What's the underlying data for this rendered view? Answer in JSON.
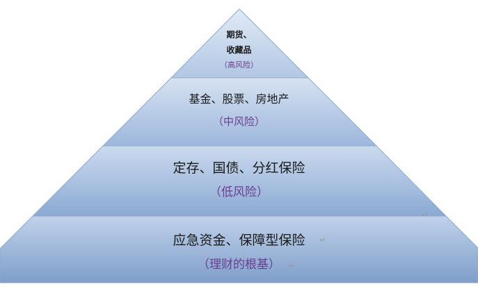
{
  "pyramid": {
    "layers": [
      {
        "title_line1": "期货、",
        "title_line2": "收藏品",
        "risk": "（高风险）"
      },
      {
        "title": "基金、股票、房地产",
        "risk": "（中风险）"
      },
      {
        "title": "定存、国债、分红保险",
        "risk": "（低风险）"
      },
      {
        "title": "应急资金、保障型保险",
        "risk": "（理财的根基）"
      }
    ],
    "colors": {
      "fill_top": "#d4e1f1",
      "fill_bottom": "#7f9ec9",
      "edge": "#8ea8cc",
      "risk_text": "#6a3d8f"
    }
  }
}
